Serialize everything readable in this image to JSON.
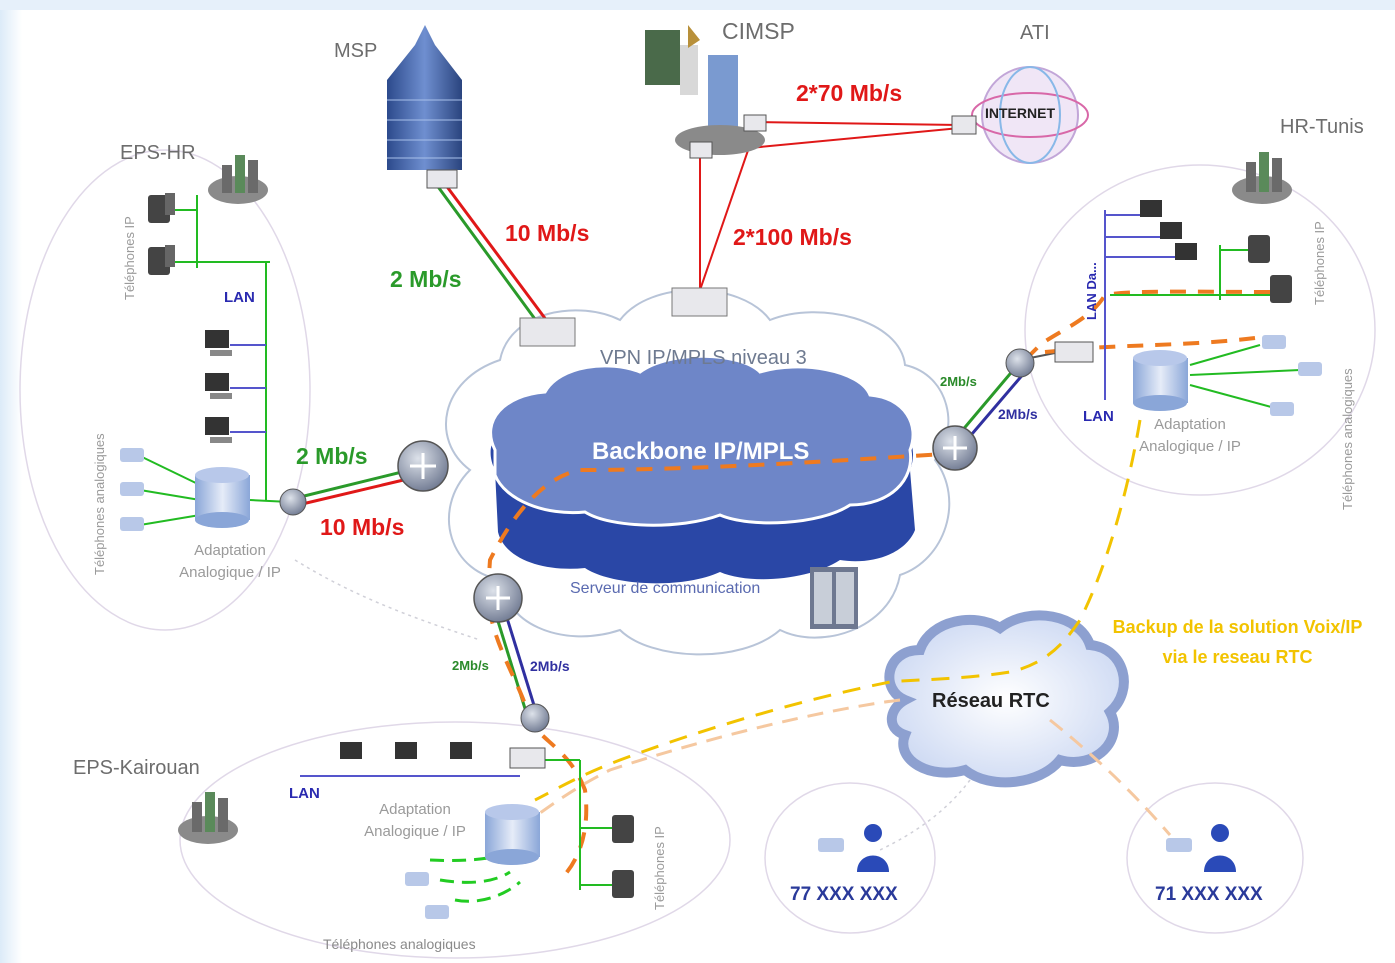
{
  "sites": {
    "msp": "MSP",
    "cimsp": "CIMSP",
    "ati": "ATI",
    "eps_hr": "EPS-HR",
    "hr_tunis": "HR-Tunis",
    "eps_kairouan": "EPS-Kairouan"
  },
  "internet_label": "INTERNET",
  "links": {
    "msp_red": "10 Mb/s",
    "msp_green": "2 Mb/s",
    "cimsp_ati": "2*70 Mb/s",
    "cimsp_backbone": "2*100 Mb/s",
    "epshr_green": "2 Mb/s",
    "epshr_red": "10 Mb/s",
    "hrtunis_green": "2Mb/s",
    "hrtunis_blue": "2Mb/s",
    "kairouan_green": "2Mb/s",
    "kairouan_blue": "2Mb/s"
  },
  "network": {
    "vpn": "VPN IP/MPLS niveau 3",
    "backbone": "Backbone IP/MPLS",
    "serveur": "Serveur de communication",
    "rtc": "Réseau RTC"
  },
  "lan_labels": {
    "epshr": "LAN",
    "hrtunis": "LAN",
    "hrtunis_data": "LAN Da...",
    "kairouan": "LAN"
  },
  "adaptation": {
    "line1": "Adaptation",
    "line2": "Analogique / IP"
  },
  "vertical_labels": {
    "tel_ip": "Téléphones IP",
    "tel_analog": "Téléphones analogiques"
  },
  "backup": {
    "line1": "Backup de la solution Voix/IP",
    "line2": "via le reseau RTC"
  },
  "phone_numbers": {
    "left": "77 XXX XXX",
    "right": "71 XXX XXX"
  },
  "colors": {
    "red_link": "#e01818",
    "green_link": "#2a9a2a",
    "blue_link": "#3030a0",
    "orange_dash": "#ee7a20",
    "yellow_dash": "#f2c300",
    "backbone_blue": "#3f5fb0"
  }
}
